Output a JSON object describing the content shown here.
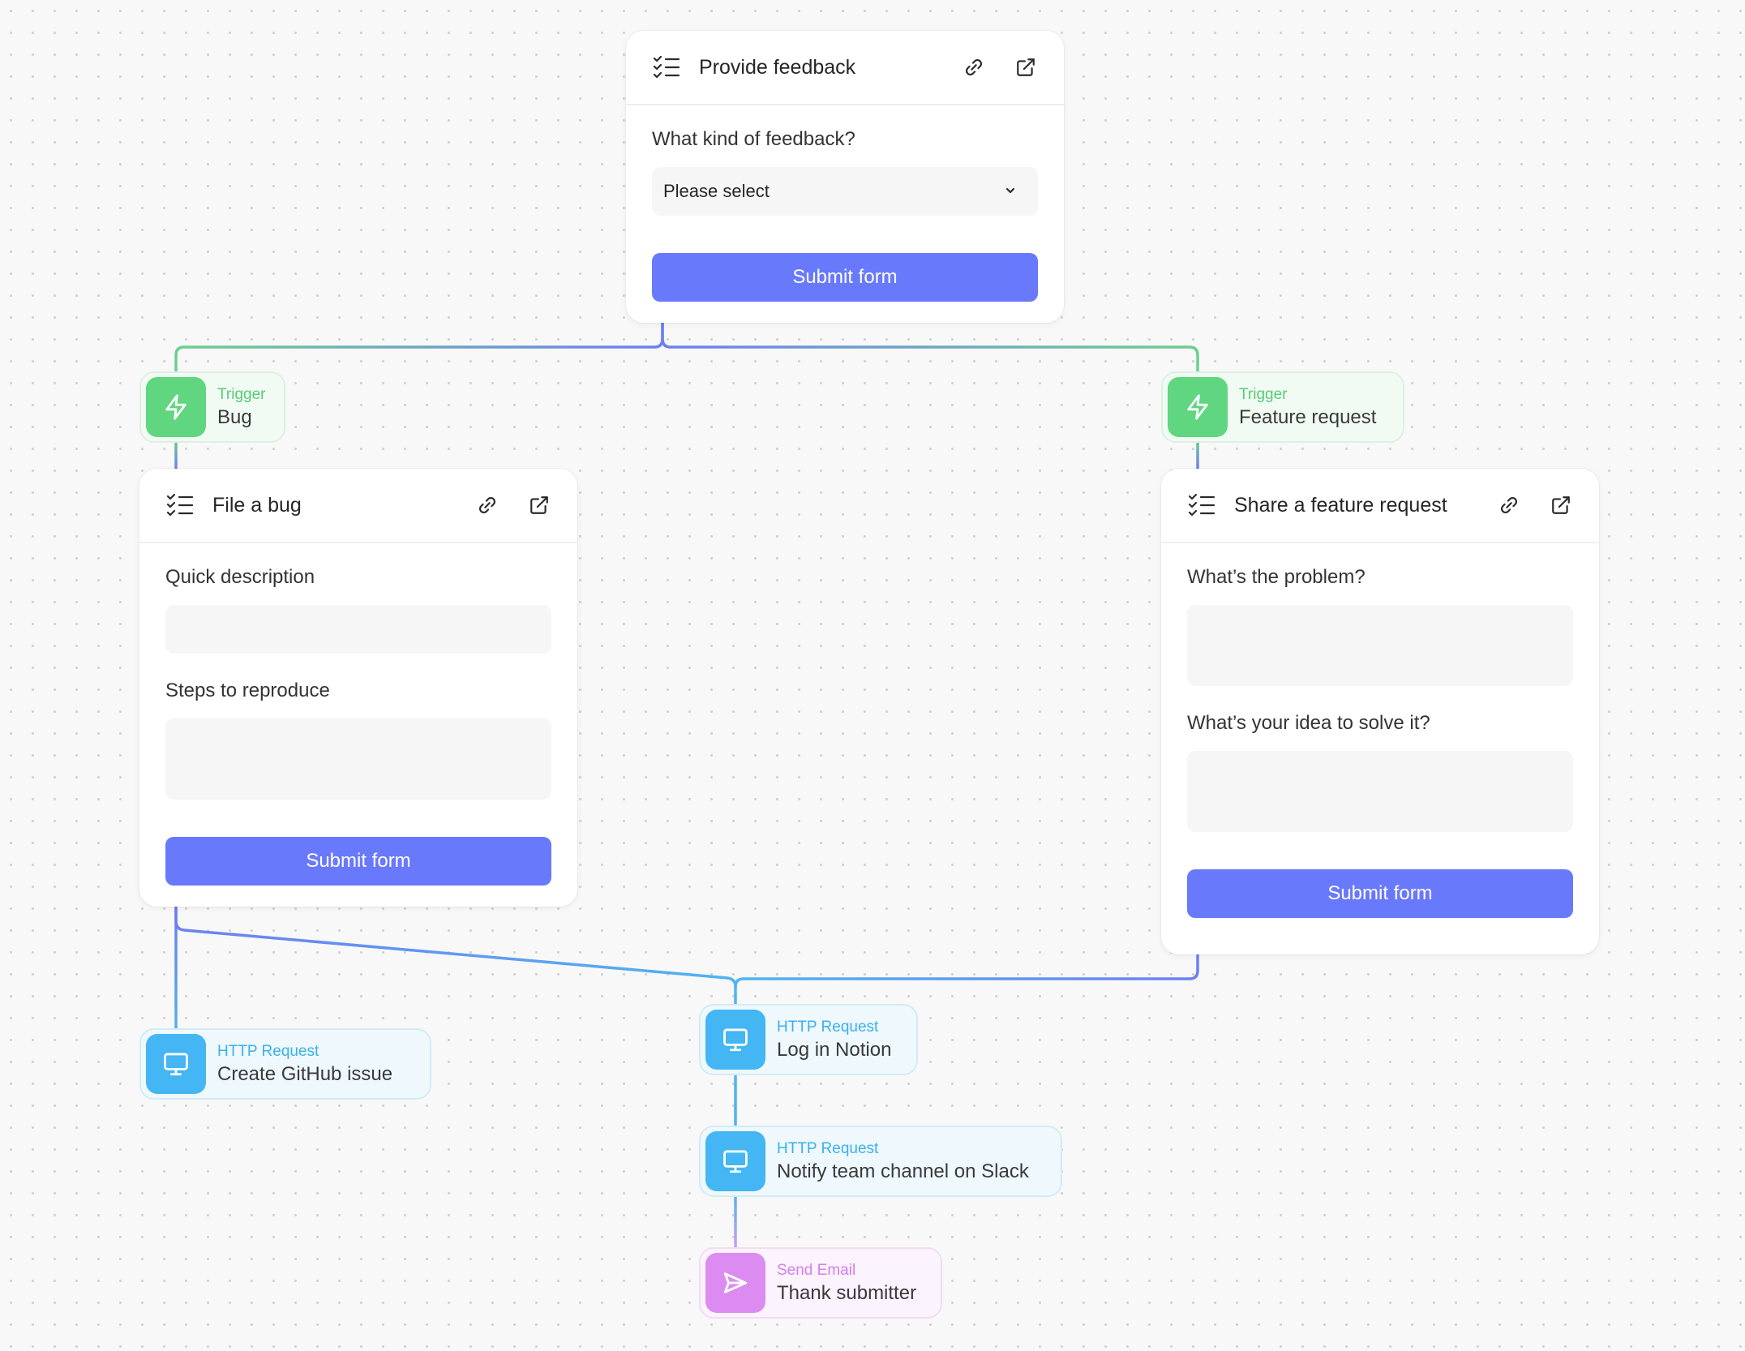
{
  "colors": {
    "background": "#f8f8f8",
    "primary_button": "#6979fb",
    "trigger_green": "#5fd67f",
    "http_blue": "#43b6f3",
    "email_purple": "#dc8cf0",
    "connector_green": "#6ccf8e",
    "connector_indigo": "#6d7ff2",
    "connector_blue": "#4fb4f0",
    "connector_purple": "#d59cf2"
  },
  "icons": {
    "form": "checklist-icon",
    "link": "link-icon",
    "open": "external-link-icon",
    "trigger": "lightning-bolt-icon",
    "http": "monitor-icon",
    "email": "send-icon"
  },
  "forms": {
    "feedback": {
      "title": "Provide feedback",
      "question": "What kind of feedback?",
      "select_value": "Please select",
      "submit": "Submit form"
    },
    "bug": {
      "title": "File a bug",
      "field1": "Quick description",
      "field2": "Steps to reproduce",
      "submit": "Submit form"
    },
    "feature": {
      "title": "Share a feature request",
      "field1": "What’s the problem?",
      "field2": "What’s your idea to solve it?",
      "submit": "Submit form"
    }
  },
  "nodes": {
    "trigger_bug": {
      "type": "Trigger",
      "label": "Bug"
    },
    "trigger_feature": {
      "type": "Trigger",
      "label": "Feature request"
    },
    "github": {
      "type": "HTTP Request",
      "label": "Create GitHub issue"
    },
    "notion": {
      "type": "HTTP Request",
      "label": "Log in Notion"
    },
    "slack": {
      "type": "HTTP Request",
      "label": "Notify team channel on Slack"
    },
    "email": {
      "type": "Send Email",
      "label": "Thank submitter"
    }
  }
}
